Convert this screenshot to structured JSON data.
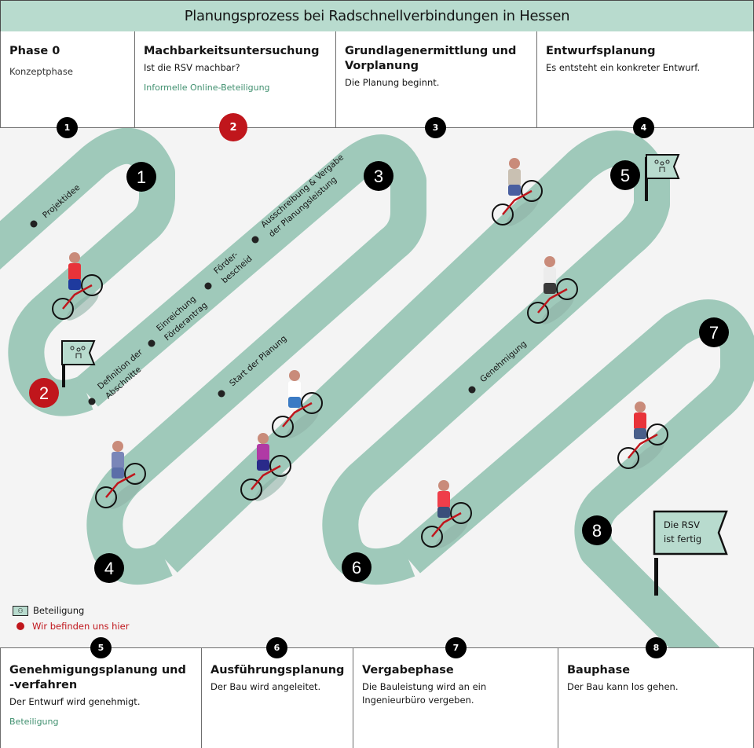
{
  "title": "Planungsprozess bei Radschnellverbindungen in Hessen",
  "colors": {
    "road": "#9fc9ba",
    "header_bg": "#b8dbce",
    "accent_green": "#3f8f6e",
    "current_red": "#c0161c",
    "marker_black": "#000000",
    "background": "#f4f4f4"
  },
  "phases_top": [
    {
      "number": "1",
      "title": "Phase 0",
      "subtitle": "Konzeptphase",
      "note": "",
      "current": false
    },
    {
      "number": "2",
      "title": "Machbarkeitsuntersuchung",
      "subtitle": "Ist die RSV machbar?",
      "note": "Informelle Online-Beteiligung",
      "current": true
    },
    {
      "number": "3",
      "title": "Grundlagenermittlung und Vorplanung",
      "subtitle": "Die Planung beginnt.",
      "note": "",
      "current": false
    },
    {
      "number": "4",
      "title": "Entwurfsplanung",
      "subtitle": "Es entsteht ein konkreter Entwurf.",
      "note": "",
      "current": false
    }
  ],
  "phases_bottom": [
    {
      "number": "5",
      "title": "Genehmigungsplanung und -verfahren",
      "subtitle": "Der Entwurf wird genehmigt.",
      "note": "Beteiligung",
      "current": false
    },
    {
      "number": "6",
      "title": "Ausführungsplanung",
      "subtitle": "Der Bau wird angeleitet.",
      "note": "",
      "current": false
    },
    {
      "number": "7",
      "title": "Vergabephase",
      "subtitle": "Die Bauleistung wird an ein Ingenieurbüro vergeben.",
      "note": "",
      "current": false
    },
    {
      "number": "8",
      "title": "Bauphase",
      "subtitle": "Der Bau kann los gehen.",
      "note": "",
      "current": false
    }
  ],
  "map": {
    "stage_markers": [
      "1",
      "2",
      "3",
      "4",
      "5",
      "6",
      "7",
      "8"
    ],
    "current_stage": "2",
    "milestones": [
      {
        "line1": "Projektidee",
        "line2": ""
      },
      {
        "line1": "Definition der",
        "line2": "Abschnitte"
      },
      {
        "line1": "Einreichung",
        "line2": "Förderantrag"
      },
      {
        "line1": "Förder-",
        "line2": "bescheid"
      },
      {
        "line1": "Ausschreibung & Vergabe",
        "line2": "der Planungsleistung"
      },
      {
        "line1": "Start der Planung",
        "line2": ""
      },
      {
        "line1": "Genehmigung",
        "line2": ""
      }
    ],
    "participation_flags": [
      "beteiligung-flag-stage-2",
      "beteiligung-flag-stage-5"
    ],
    "final_flag": {
      "line1": "Die RSV",
      "line2": "ist fertig"
    },
    "cyclist_count": 8
  },
  "legend": {
    "participation_label": "Beteiligung",
    "participation_icon": "people-group-flag-icon",
    "current_label": "Wir befinden uns hier",
    "current_icon": "red-dot-icon"
  }
}
